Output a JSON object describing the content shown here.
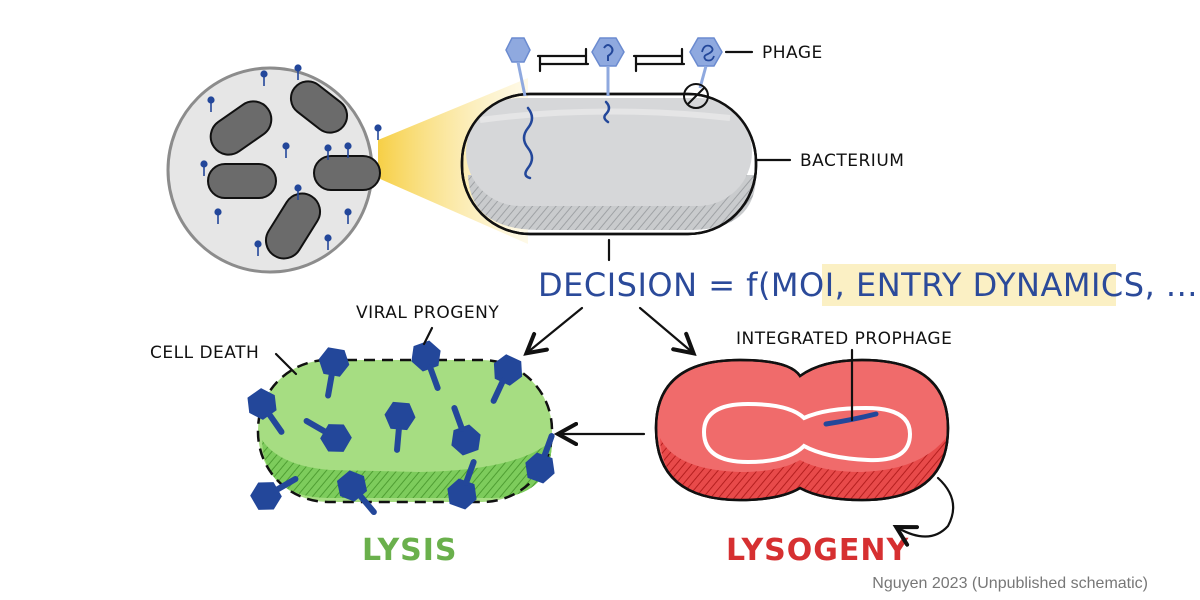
{
  "labels": {
    "phage": "PHAGE",
    "bacterium": "BACTERIUM",
    "viral_progeny": "VIRAL PROGENY",
    "cell_death": "CELL DEATH",
    "integrated_prophage": "INTEGRATED PROPHAGE"
  },
  "equation": {
    "lhs": "DECISION = f(MOI, ",
    "highlight": "ENTRY DYNAMICS, ...",
    "close": ")"
  },
  "outcomes": {
    "lysis": "LYSIS",
    "lysogeny": "LYSOGENY"
  },
  "caption": "Nguyen 2023 (Unpublished schematic)",
  "colors": {
    "lysis": "#6ab04c",
    "lysogeny": "#d63031",
    "equation": "#2b4a9a",
    "highlight": "#fbf0c4",
    "phage": "#23479a",
    "phage_light": "#8fa9df"
  }
}
